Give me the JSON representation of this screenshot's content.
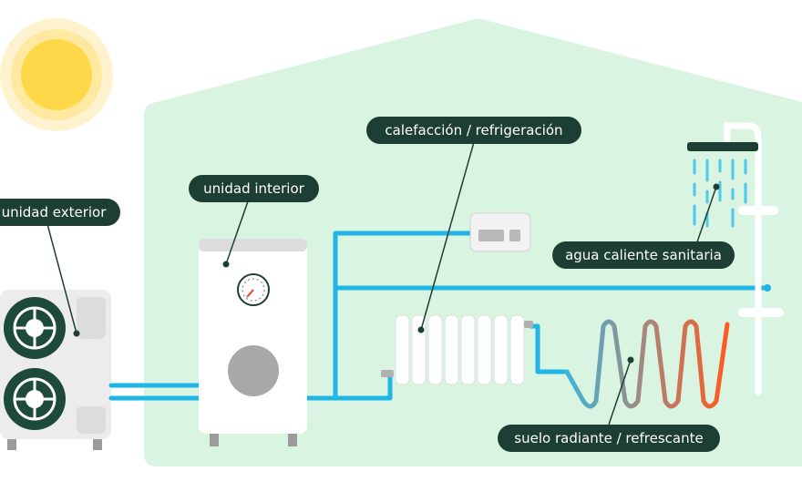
{
  "labels": {
    "outdoor_unit": "unidad exterior",
    "indoor_unit": "unidad interior",
    "heating_cooling": "calefacción / refrigeración",
    "hot_water": "agua caliente sanitaria",
    "underfloor": "suelo radiante / refrescante"
  },
  "colors": {
    "house_fill": "#d9f5e1",
    "pipe": "#1fb6e6",
    "label_bg": "#1d3f33",
    "sun": "#ffd84a",
    "fan": "#1d4a3a",
    "floor_coil_start": "#3fb5d8",
    "floor_coil_end": "#ff5a1f"
  },
  "icons": [
    "sun-icon",
    "pressure-gauge-icon",
    "thermostat-icon",
    "shower-icon",
    "radiator-icon",
    "fan-icon"
  ]
}
